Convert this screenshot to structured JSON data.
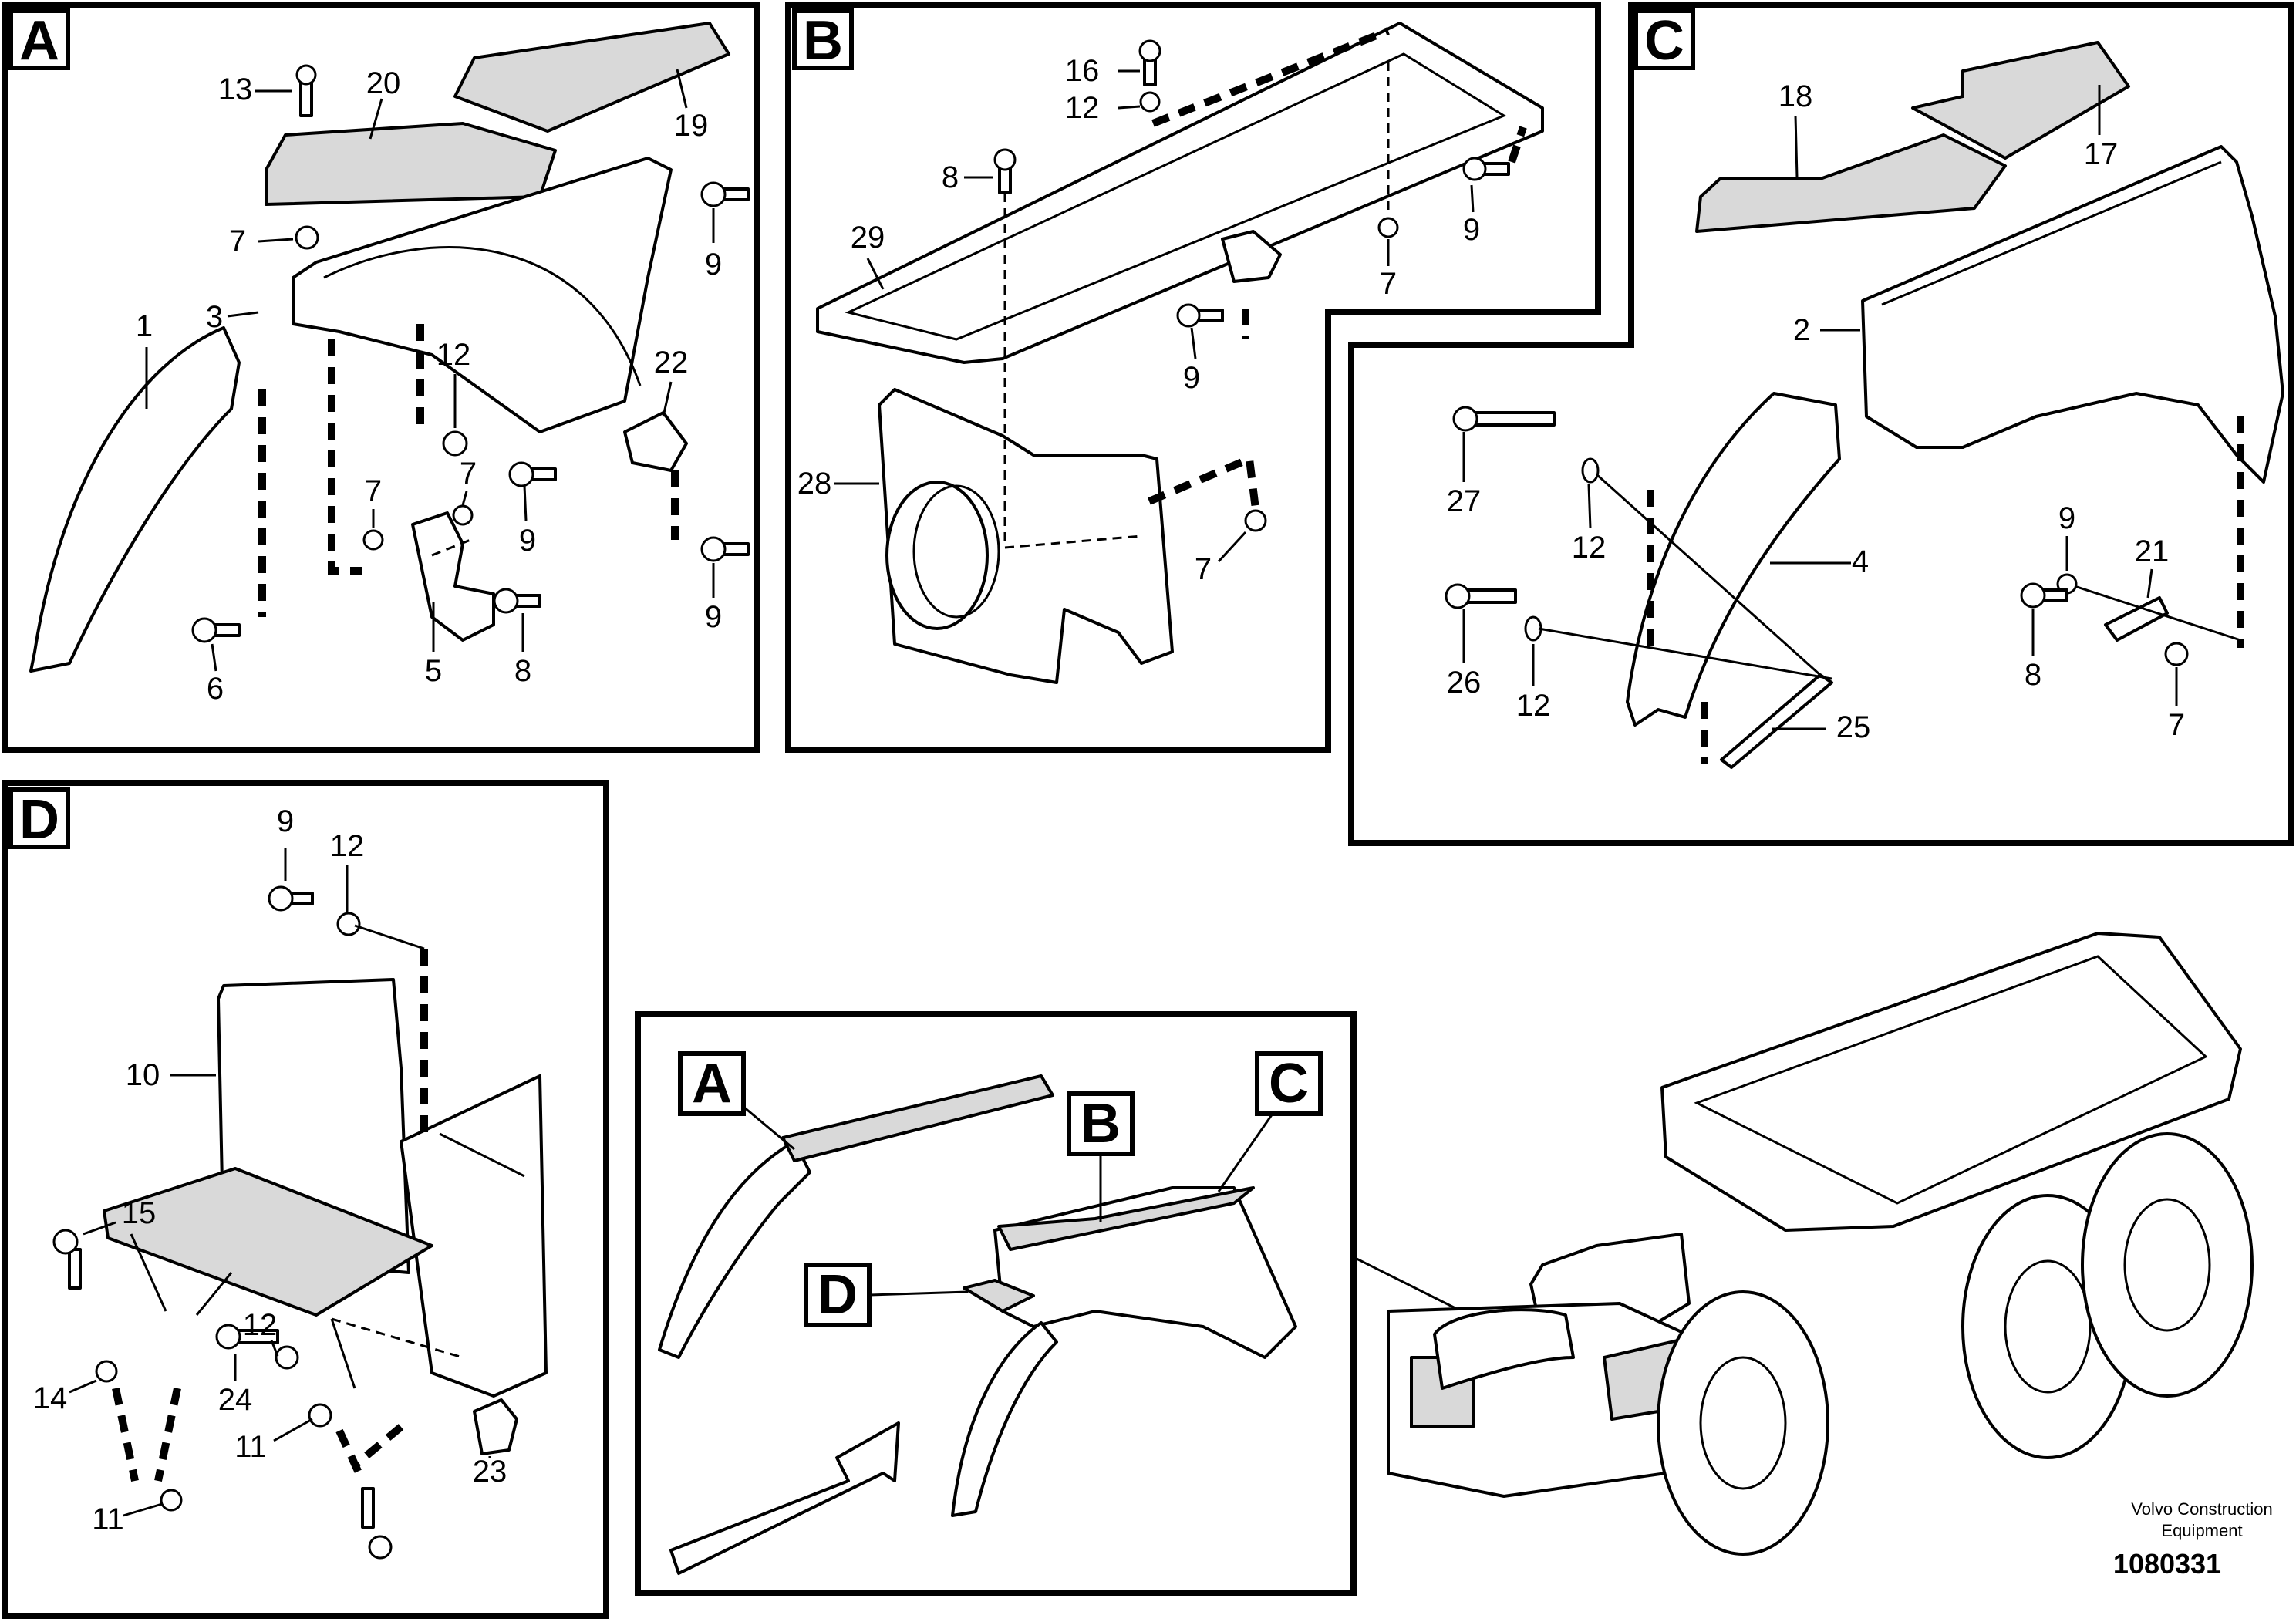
{
  "panels": {
    "a": {
      "letter": "A",
      "callouts": [
        "13",
        "20",
        "19",
        "7",
        "9",
        "3",
        "1",
        "12",
        "22",
        "7",
        "7",
        "9",
        "6",
        "5",
        "8",
        "9"
      ]
    },
    "b": {
      "letter": "B",
      "callouts": [
        "16",
        "12",
        "8",
        "29",
        "7",
        "9",
        "9",
        "28",
        "7"
      ]
    },
    "c": {
      "letter": "C",
      "callouts": [
        "18",
        "17",
        "2",
        "27",
        "12",
        "9",
        "21",
        "4",
        "26",
        "12",
        "8",
        "7",
        "25"
      ]
    },
    "d": {
      "letter": "D",
      "callouts": [
        "9",
        "12",
        "10",
        "15",
        "14",
        "12",
        "24",
        "11",
        "11",
        "23"
      ]
    },
    "overview": {
      "letters": [
        "A",
        "B",
        "C",
        "D"
      ]
    }
  },
  "footer": {
    "company_line1": "Volvo Construction",
    "company_line2": "Equipment",
    "drawing_number": "1080331"
  }
}
